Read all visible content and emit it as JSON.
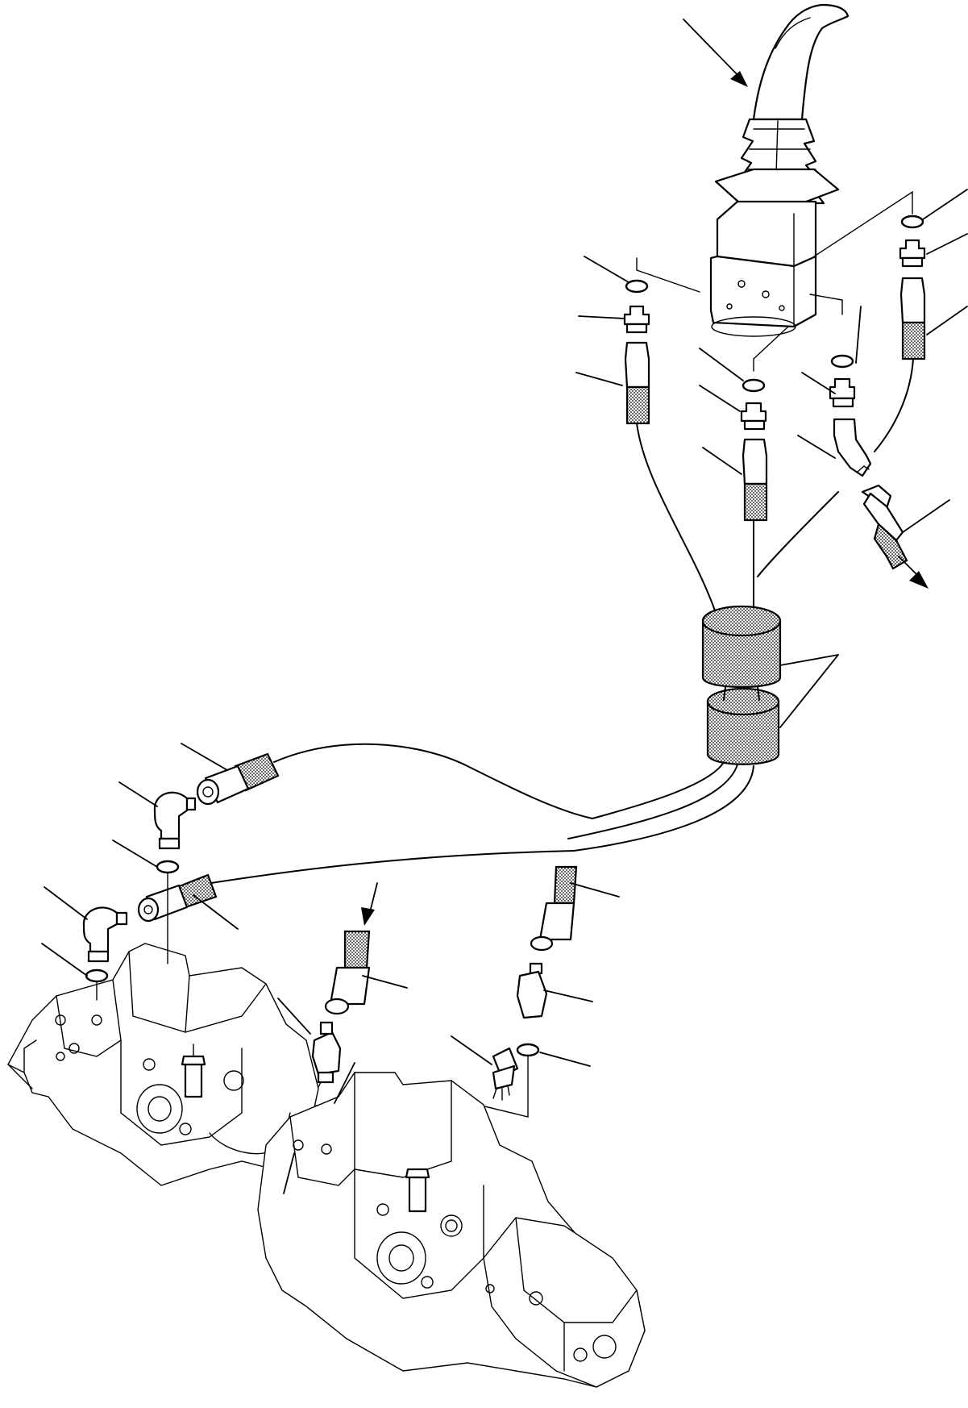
{
  "diagram": {
    "components": [
      {
        "name": "control-lever"
      },
      {
        "name": "hydraulic-pump-assembly"
      },
      {
        "name": "hose-clamp-pair"
      }
    ]
  }
}
